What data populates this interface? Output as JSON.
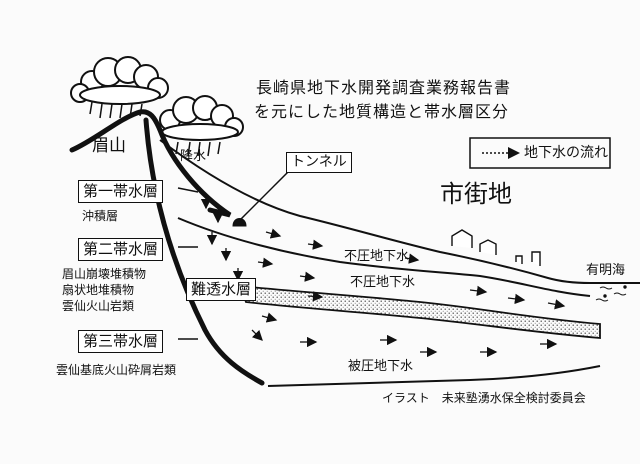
{
  "title": {
    "line1": "長崎県地下水開発調査業務報告書",
    "line2": "を元にした地質構造と帯水層区分"
  },
  "legend": {
    "label": "地下水の流れ",
    "arrow_icon": "arrow-right-icon"
  },
  "labels": {
    "mayuyama": "眉山",
    "rain": "降水",
    "tunnel": "トンネル",
    "city": "市街地",
    "ariake": "有明海",
    "unconfined1": "不圧地下水",
    "unconfined2": "不圧地下水",
    "confined": "被圧地下水",
    "aquiclude": "難透水層"
  },
  "aquifers": [
    {
      "name": "第一帯水層",
      "desc": [
        "沖積層"
      ]
    },
    {
      "name": "第二帯水層",
      "desc": [
        "眉山崩壊堆積物",
        "扇状地堆積物",
        "雲仙火山岩類"
      ]
    },
    {
      "name": "第三帯水層",
      "desc": [
        "雲仙基底火山砕屑岩類"
      ]
    }
  ],
  "credit": "イラスト　未来塾湧水保全検討委員会",
  "colors": {
    "ink": "#111111",
    "paper": "#fbfbfb",
    "dots": "#444444"
  }
}
